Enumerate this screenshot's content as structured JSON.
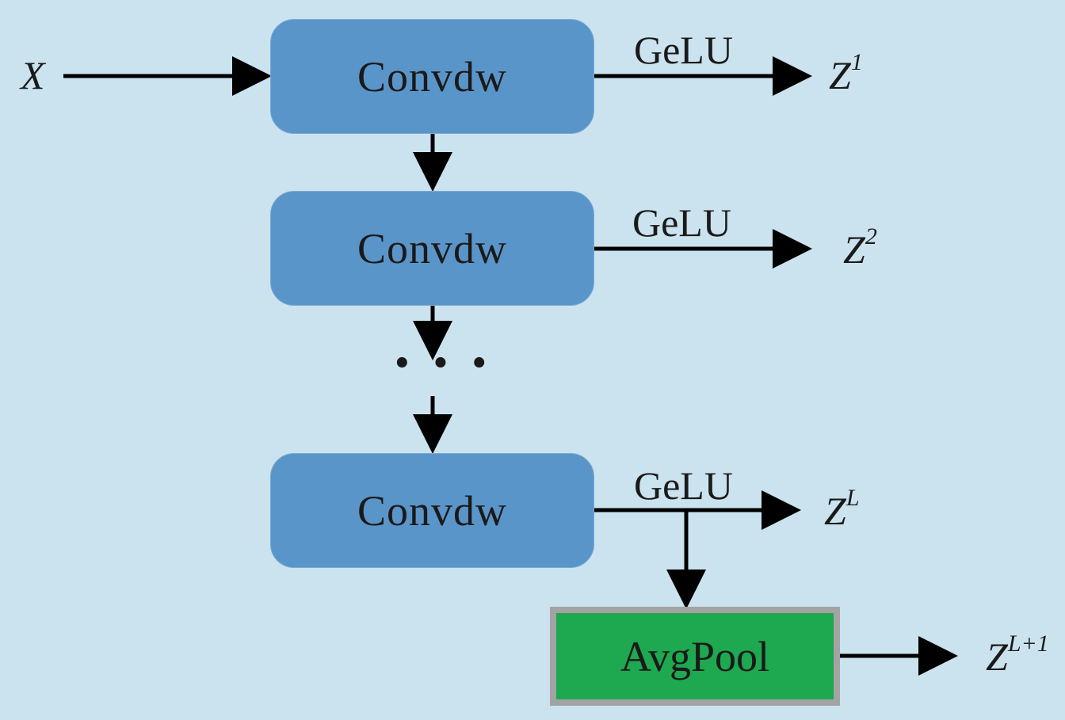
{
  "input": {
    "symbol": "X"
  },
  "blocks": [
    {
      "label": "Convdw",
      "activation": "GeLU",
      "output": {
        "base": "Z",
        "sup": "1"
      }
    },
    {
      "label": "Convdw",
      "activation": "GeLU",
      "output": {
        "base": "Z",
        "sup": "2"
      }
    },
    {
      "label": "Convdw",
      "activation": "GeLU",
      "output": {
        "base": "Z",
        "sup": "L"
      }
    }
  ],
  "ellipsis": "···",
  "pool": {
    "label": "AvgPool",
    "output": {
      "base": "Z",
      "sup": "L+1"
    }
  },
  "colors": {
    "background": "#cbe3ef",
    "conv_fill": "#5a95c9",
    "pool_fill": "#1ea84f",
    "pool_border": "#a3a3a3",
    "arrow": "#000000"
  }
}
